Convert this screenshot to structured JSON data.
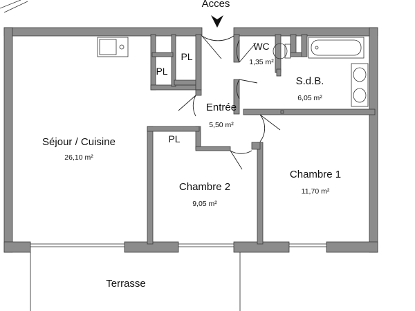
{
  "plan": {
    "entrance_label": "Acces",
    "rooms": {
      "sejour": {
        "name": "Séjour / Cuisine",
        "area": "26,10 m²"
      },
      "entree": {
        "name": "Entrée",
        "area": "5,50 m²"
      },
      "wc": {
        "name": "WC",
        "area": "1,35 m²"
      },
      "sdb": {
        "name": "S.d.B.",
        "area": "6,05 m²"
      },
      "chambre1": {
        "name": "Chambre 1",
        "area": "11,70 m²"
      },
      "chambre2": {
        "name": "Chambre 2",
        "area": "9,05 m²"
      },
      "terrasse": {
        "name": "Terrasse"
      }
    },
    "closets": [
      "PL",
      "PL",
      "PL"
    ]
  },
  "colors": {
    "wall": "#8c8c8c",
    "wall_stroke": "#3a3a3a",
    "line": "#222222"
  }
}
